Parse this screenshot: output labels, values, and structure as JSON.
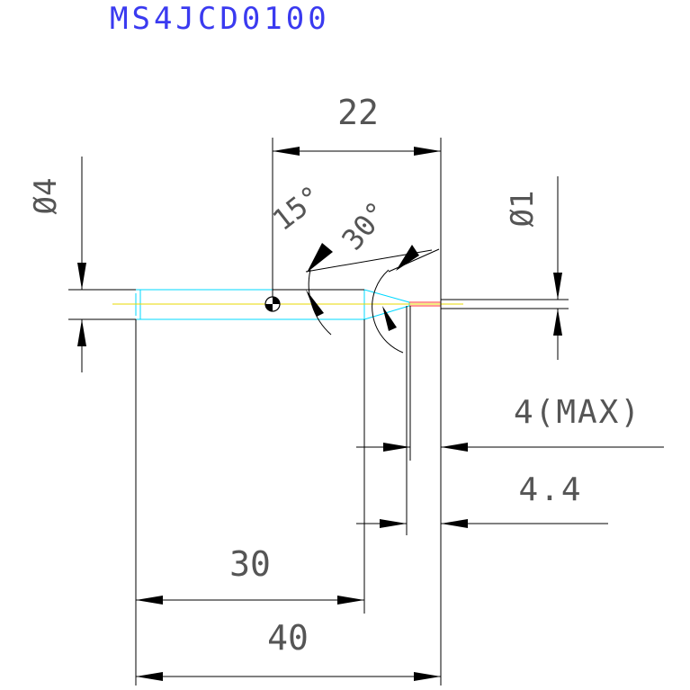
{
  "part_number": "MS4JCD0100",
  "dimensions": {
    "overall_length_top": "22",
    "shank_diameter": "Ø4",
    "tip_diameter": "Ø1",
    "angle_outer": "15°",
    "angle_inner": "30°",
    "depth_max": "4(MAX)",
    "depth": "4.4",
    "body_length": "30",
    "total_length": "40"
  },
  "colors": {
    "title": "#3a3af0",
    "dimension_text": "#555555",
    "tool_outline": "#00d8ff",
    "centerline": "#e8d800",
    "tip_edge": "#ff3030",
    "lines": "#000000"
  }
}
